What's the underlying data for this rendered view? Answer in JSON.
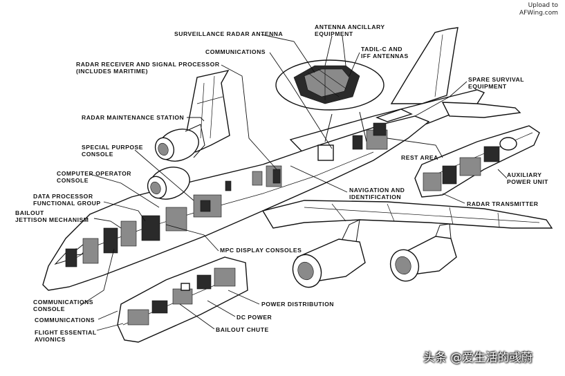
{
  "watermark": {
    "line1": "Upload to",
    "line2": "AFWing.com"
  },
  "credit": "头条 @爱生活的彧蔚",
  "labels": {
    "surveillance_radar_antenna": "SURVEILLANCE RADAR ANTENNA",
    "antenna_ancillary_equipment": [
      "ANTENNA ANCILLARY",
      "EQUIPMENT"
    ],
    "communications_top": "COMMUNICATIONS",
    "tadil_iff": [
      "TADIL-C AND",
      "IFF ANTENNAS"
    ],
    "radar_receiver": [
      "RADAR RECEIVER AND SIGNAL PROCESSOR",
      "(INCLUDES MARITIME)"
    ],
    "spare_survival": [
      "SPARE SURVIVAL",
      "EQUIPMENT"
    ],
    "radar_maintenance": "RADAR MAINTENANCE STATION",
    "special_purpose": [
      "SPECIAL PURPOSE",
      "CONSOLE"
    ],
    "rest_area": "REST AREA",
    "computer_operator": [
      "COMPUTER OPERATOR",
      "CONSOLE"
    ],
    "auxiliary_power": [
      "AUXILIARY",
      "POWER UNIT"
    ],
    "navigation": [
      "NAVIGATION AND",
      "IDENTIFICATION"
    ],
    "data_processor": [
      "DATA PROCESSOR",
      "FUNCTIONAL GROUP"
    ],
    "radar_transmitter": "RADAR TRANSMITTER",
    "bailout_jettison": [
      "BAILOUT",
      "JETTISON MECHANISM"
    ],
    "mpc_display": "MPC DISPLAY CONSOLES",
    "communications_console": [
      "COMMUNICATIONS",
      "CONSOLE"
    ],
    "power_distribution": "POWER DISTRIBUTION",
    "dc_power": "DC POWER",
    "communications_bottom": "COMMUNICATIONS",
    "bailout_chute": "BAILOUT CHUTE",
    "flight_essential": [
      "FLIGHT ESSENTIAL",
      "AVIONICS"
    ]
  }
}
